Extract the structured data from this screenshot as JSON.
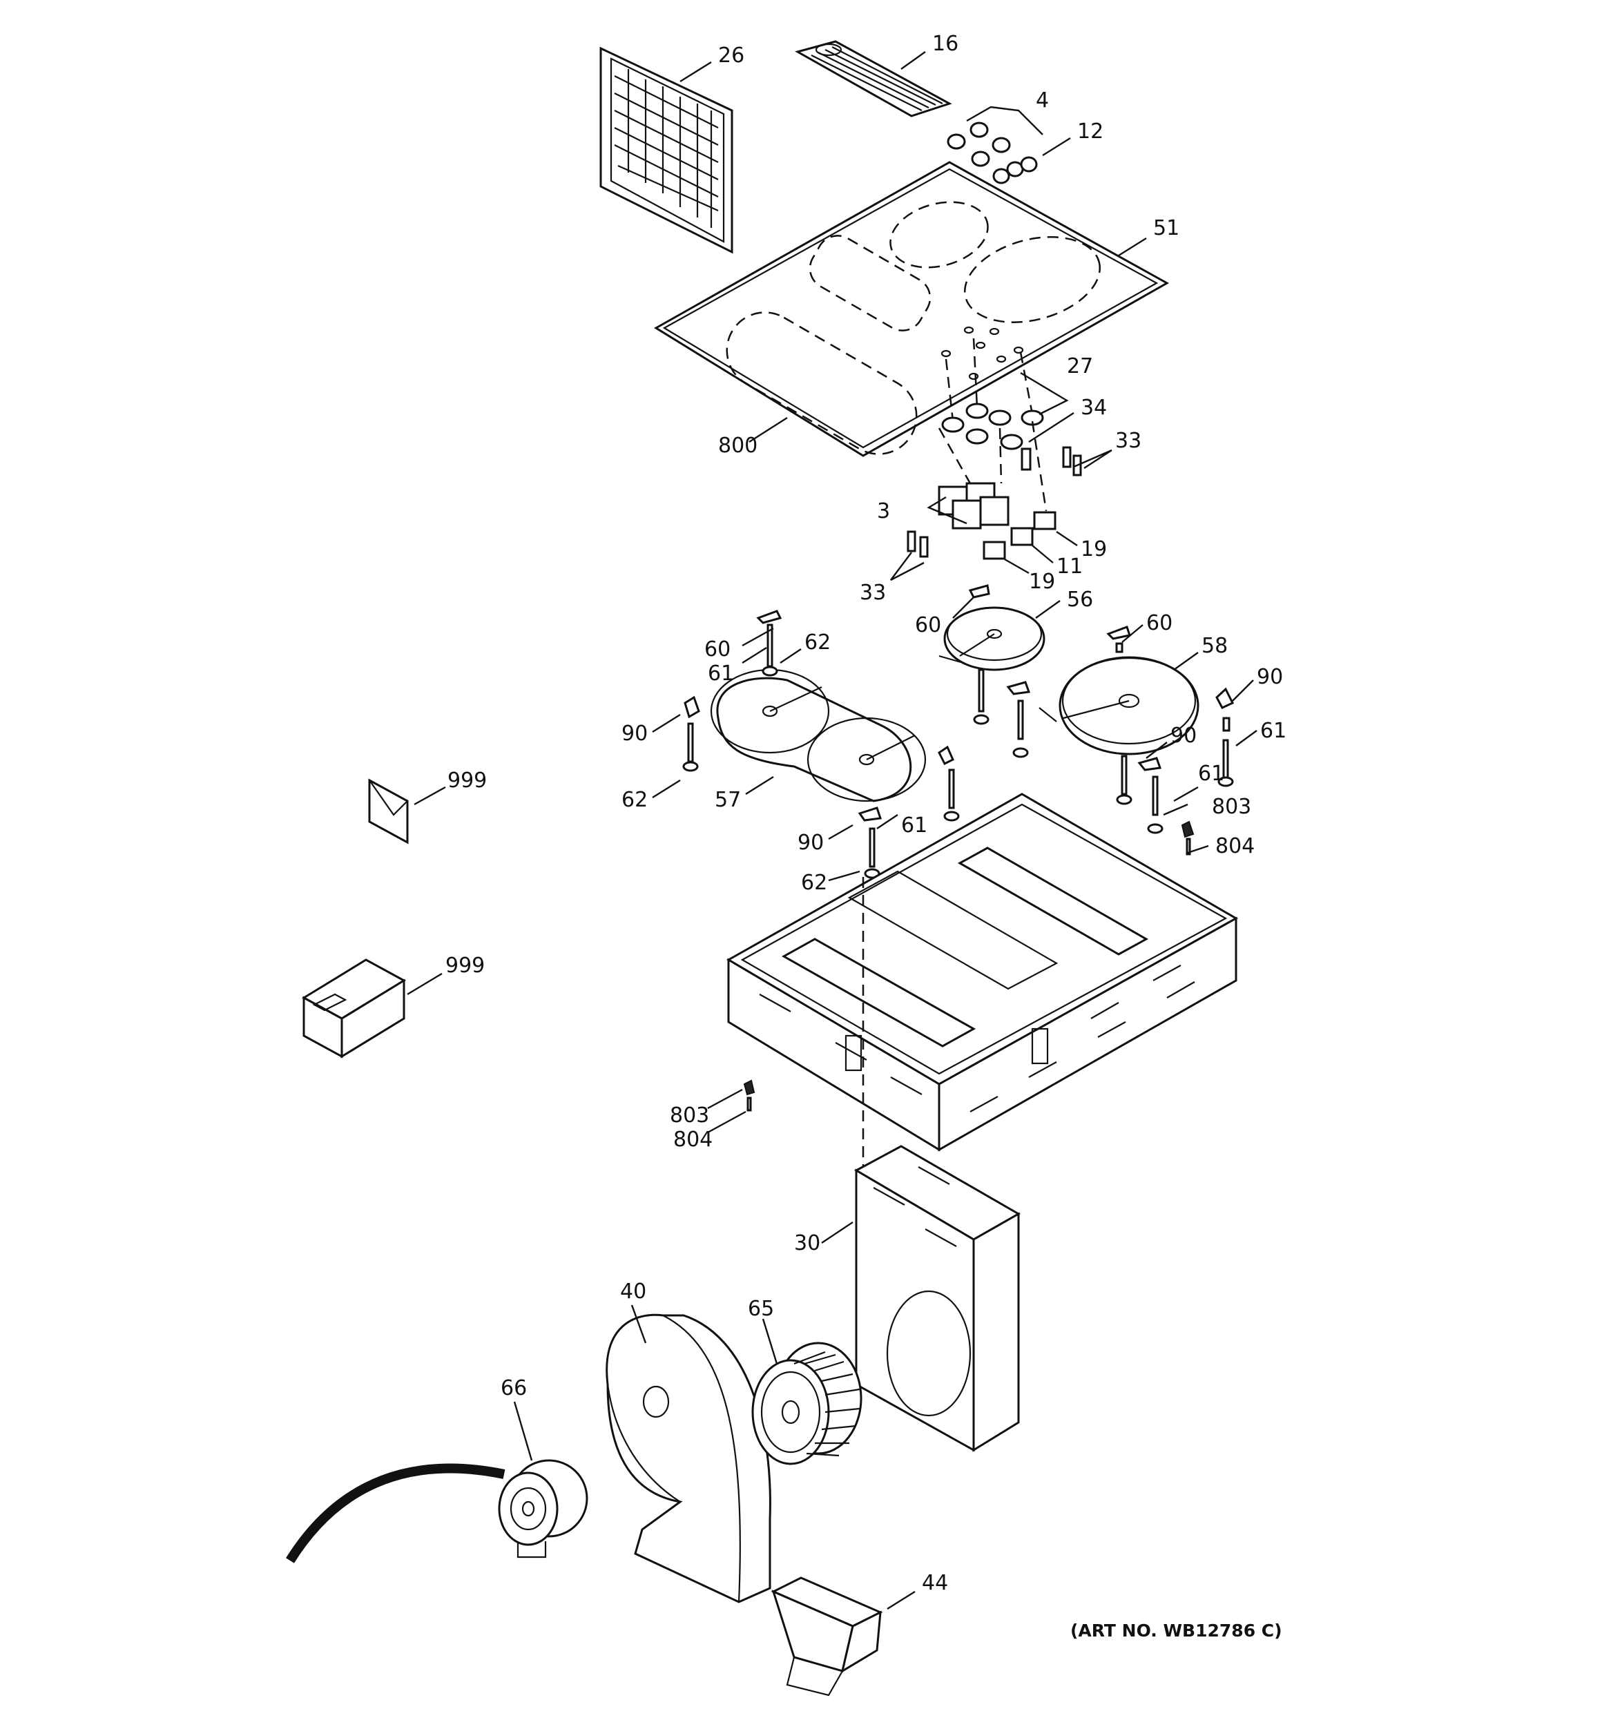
{
  "diagram": {
    "art_number": "(ART NO. WB12786 C)",
    "callouts": {
      "c26": "26",
      "c16": "16",
      "c4": "4",
      "c12": "12",
      "c51": "51",
      "c27": "27",
      "c800": "800",
      "c34": "34",
      "c33a": "33",
      "c3": "3",
      "c19a": "19",
      "c11": "11",
      "c19b": "19",
      "c33b": "33",
      "c60a": "60",
      "c62a": "62",
      "c61a": "61",
      "c60b": "60",
      "c56": "56",
      "c60c": "60",
      "c58": "58",
      "c90a": "90",
      "c90b": "90",
      "c61b": "61",
      "c90c": "90",
      "c61c": "61",
      "c999a": "999",
      "c62b": "62",
      "c57": "57",
      "c803a": "803",
      "c804a": "804",
      "c90d": "90",
      "c61d": "61",
      "c62c": "62",
      "c999b": "999",
      "c803b": "803",
      "c804b": "804",
      "c30": "30",
      "c40": "40",
      "c65": "65",
      "c66": "66",
      "c44": "44"
    }
  }
}
